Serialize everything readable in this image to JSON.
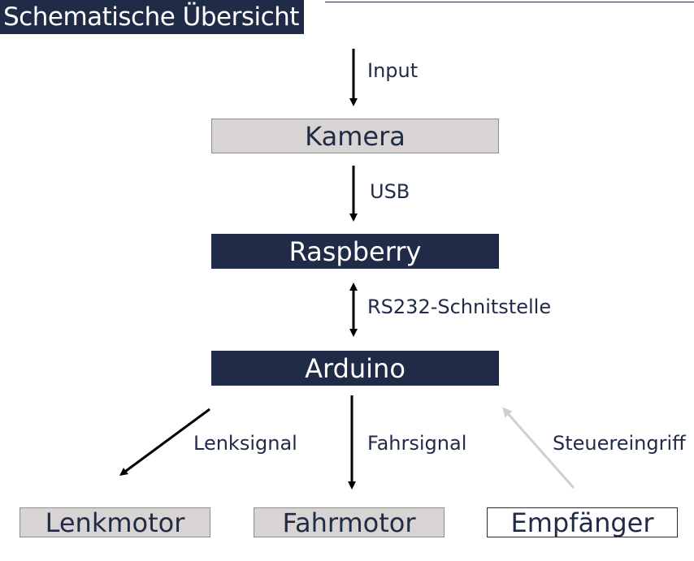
{
  "title": "Schematische Übersicht",
  "nodes": {
    "kamera": "Kamera",
    "raspberry": "Raspberry",
    "arduino": "Arduino",
    "lenkmotor": "Lenkmotor",
    "fahrmotor": "Fahrmotor",
    "empfaenger": "Empfänger"
  },
  "edges": {
    "input": "Input",
    "usb": "USB",
    "rs232": "RS232-Schnitstelle",
    "lenksignal": "Lenksignal",
    "fahrsignal": "Fahrsignal",
    "steuereingriff": "Steuereingriff"
  },
  "colors": {
    "dark": "#1f2b47",
    "light_box": "#d8d4d3",
    "arrow": "#000000",
    "faded_arrow": "#cfcfcf"
  }
}
